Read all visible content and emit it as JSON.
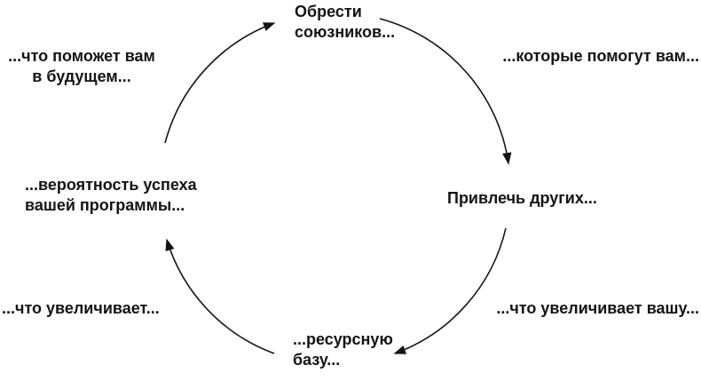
{
  "diagram": {
    "type": "cycle",
    "labels": {
      "top": "Обрести\nсоюзников...",
      "upper_right": "...которые помогут вам...",
      "right": "Привлечь других...",
      "lower_right": "...что увеличивает вашу...",
      "bottom": "...ресурсную\nбазу...",
      "lower_left": "...что увеличивает...",
      "left": "...вероятность успеха\nвашей программы...",
      "upper_left": "...что поможет вам\nв будущем..."
    },
    "colors": {
      "text": "#141414",
      "arrow": "#141414",
      "background": "#ffffff"
    }
  }
}
